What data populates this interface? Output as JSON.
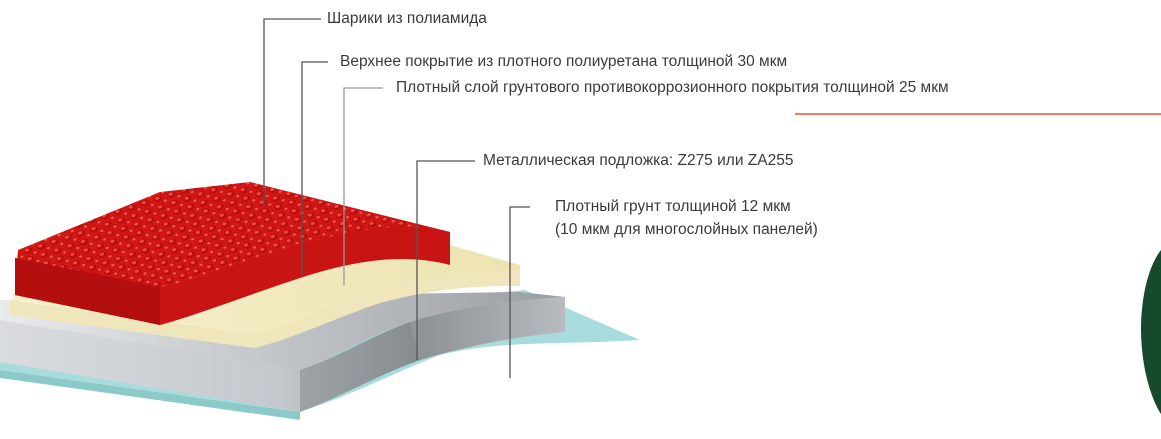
{
  "labels": {
    "balls": "Шарики из полиамида",
    "top_coat": "Верхнее покрытие из плотного полиуретана толщиной 30 мкм",
    "anticorrosion": "Плотный слой грунтового противокоррозионного покрытия толщиной 25 мкм",
    "substrate": "Металлическая подложка: Z275 или ZA255",
    "primer_line1": "Плотный грунт толщиной 12 мкм",
    "primer_line2": "(10 мкм для многослойных панелей)"
  },
  "colors": {
    "red_layer": "#d81818",
    "cream_layer": "#f5efc6",
    "metal_layer": "#b9bcc0",
    "teal_layer": "#a6dcdc",
    "accent_line": "#e0562a",
    "leader": "#555555",
    "green_disc": "#174a2c"
  }
}
